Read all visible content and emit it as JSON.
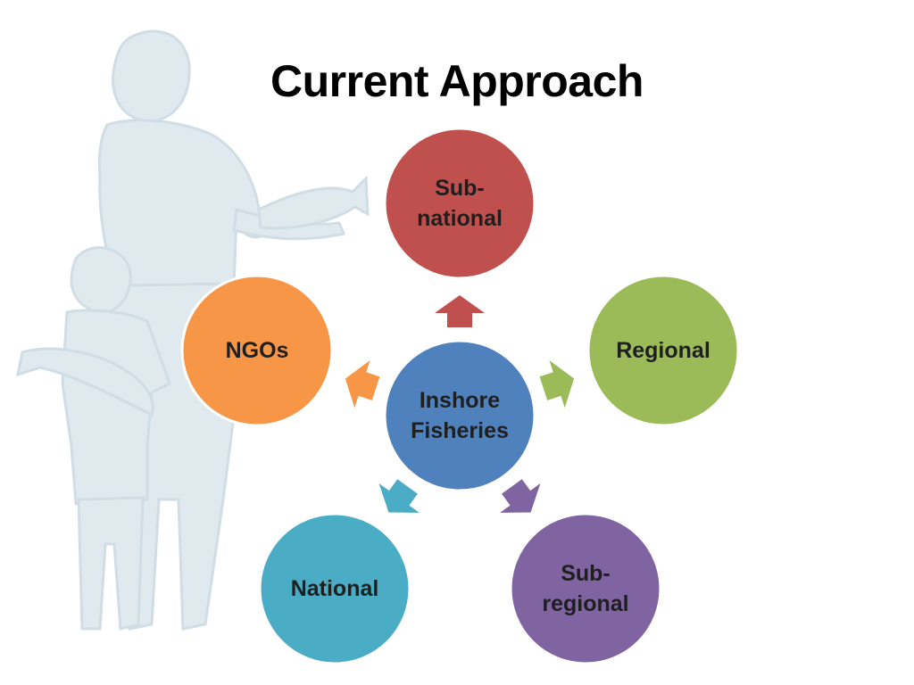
{
  "title": "Current Approach",
  "center": {
    "label": "Inshore\nFisheries",
    "color": "#4f81bd"
  },
  "nodes": [
    {
      "id": "sub-national",
      "label": "Sub-\nnational",
      "color": "#c0504d"
    },
    {
      "id": "regional",
      "label": "Regional",
      "color": "#9bbb59"
    },
    {
      "id": "sub-regional",
      "label": "Sub-\nregional",
      "color": "#8064a2"
    },
    {
      "id": "national",
      "label": "National",
      "color": "#4bacc6"
    },
    {
      "id": "ngos",
      "label": "NGOs",
      "color": "#f79646"
    }
  ],
  "watermark": {
    "icon": "fisherman-silhouette-icon",
    "color": "#dbe6ec"
  }
}
